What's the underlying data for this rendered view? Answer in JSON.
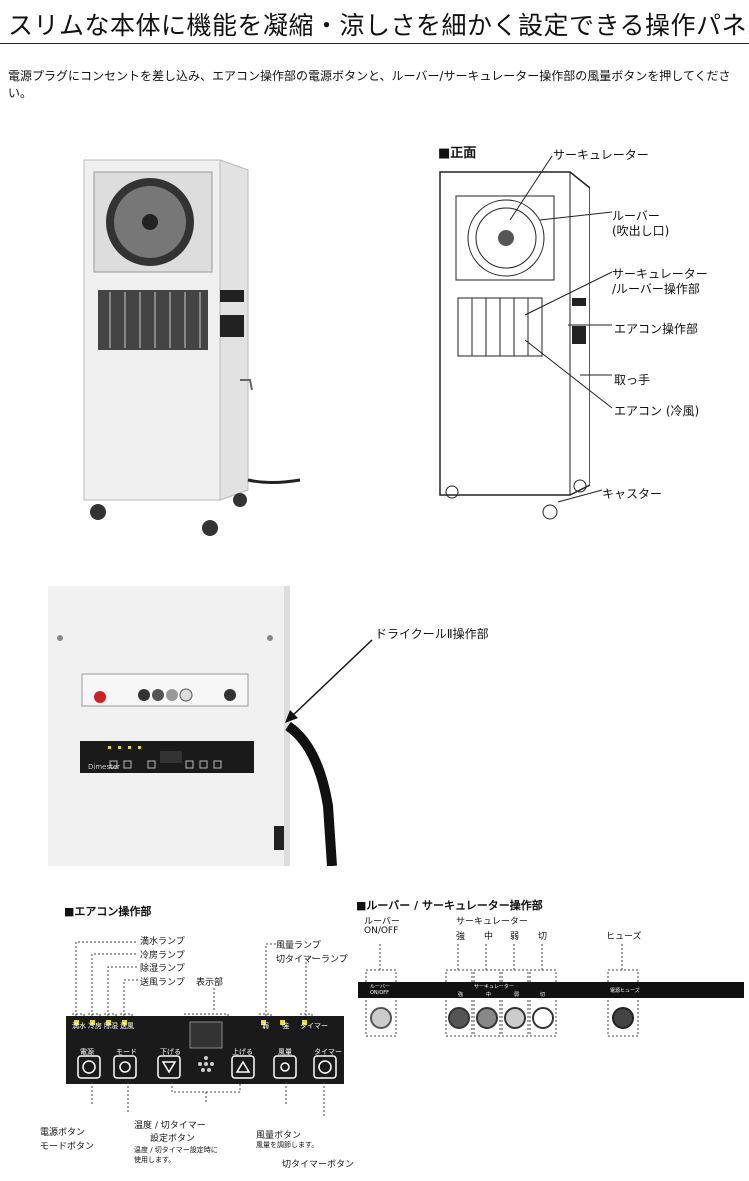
{
  "page": {
    "title": "スリムな本体に機能を凝縮・涼しさを細かく設定できる操作パネル",
    "intro": "電源プラグにコンセントを差し込み、エアコン操作部の電源ボタンと、ルーバー/サーキュレーター操作部の風量ボタンを押してください。"
  },
  "front_diagram": {
    "heading": "■正面",
    "callouts": [
      "サーキュレーター",
      "ルーバー",
      "(吹出し口)",
      "サーキュレーター",
      "/ルーバー操作部",
      "エアコン操作部",
      "取っ手",
      "エアコン (冷風)",
      "キャスター"
    ]
  },
  "closeup": {
    "callout": "ドライクールⅡ操作部",
    "panel_brand": "Dimester"
  },
  "ac_panel": {
    "heading": "■エアコン操作部",
    "lamp_labels": [
      "満水ランプ",
      "冷房ランプ",
      "除湿ランプ",
      "送風ランプ"
    ],
    "display_label": "表示部",
    "right_lamp_labels": [
      "風量ランプ",
      "切タイマーランプ"
    ],
    "panel_lamps": [
      "満水",
      "冷房",
      "除湿",
      "送風",
      "弱",
      "強",
      "タイマー"
    ],
    "panel_buttons": [
      "電源",
      "モード",
      "下げる",
      "上げる",
      "風量",
      "タイマー"
    ],
    "bottom_labels": {
      "power": "電源ボタン",
      "mode": "モードボタン",
      "temp1": "温度 / 切タイマー",
      "temp2": "設定ボタン",
      "temp_note1": "温度 / 切タイマー設定時に",
      "temp_note2": "使用します。",
      "fan": "風量ボタン",
      "fan_note": "風量を調節します。",
      "timer": "切タイマーボタン"
    }
  },
  "louver_panel": {
    "heading": "■ルーバー / サーキュレーター操作部",
    "louver_label1": "ルーバー",
    "louver_label2": "ON/OFF",
    "circ_label": "サーキュレーター",
    "speeds": [
      "強",
      "中",
      "弱",
      "切"
    ],
    "fuse_label": "ヒューズ",
    "strip_labels": [
      "ルーバー",
      "ON/OFF",
      "サーキュレーター",
      "強",
      "中",
      "弱",
      "切",
      "電源ヒューズ"
    ]
  },
  "colors": {
    "panel_black": "#1a1a1a",
    "lamp_yellow": "#e8d43a",
    "body_white": "#f2f2f2",
    "power_red": "#d22020"
  }
}
